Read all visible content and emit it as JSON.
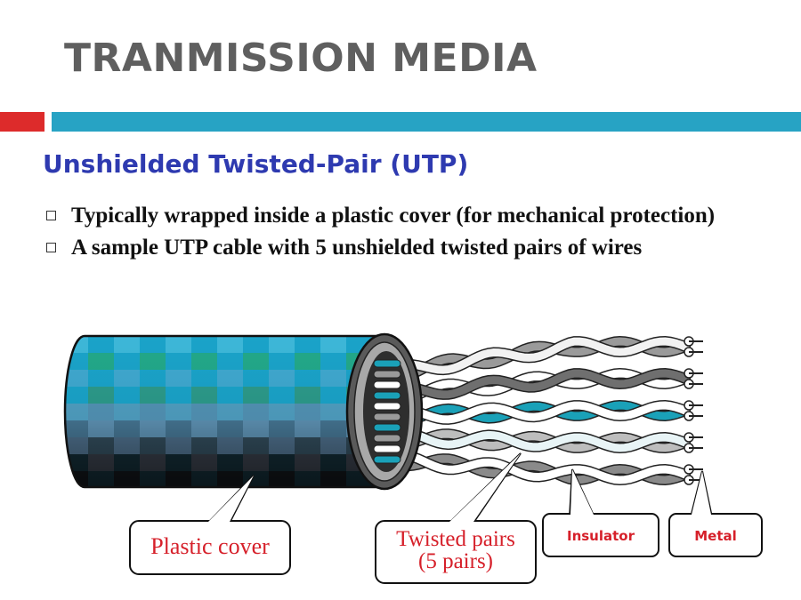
{
  "slide": {
    "title": "TRANMISSION MEDIA",
    "subtitle": "Unshielded Twisted-Pair (UTP)",
    "bullets": [
      "Typically wrapped inside a plastic cover (for mechanical protection)",
      "A sample UTP cable with 5 unshielded twisted pairs of wires"
    ]
  },
  "diagram": {
    "labels": {
      "plastic_cover": "Plastic cover",
      "twisted_pairs_line1": "Twisted pairs",
      "twisted_pairs_line2": "(5 pairs)",
      "insulator": "Insulator",
      "metal": "Metal"
    },
    "colors": {
      "label_red": "#d6202a",
      "cover_blue": "#1aa3c9",
      "cover_green": "#2fa67f",
      "wire_teal": "#1aa1b8",
      "wire_gray": "#8a8a8a"
    },
    "pair_count": 5
  }
}
